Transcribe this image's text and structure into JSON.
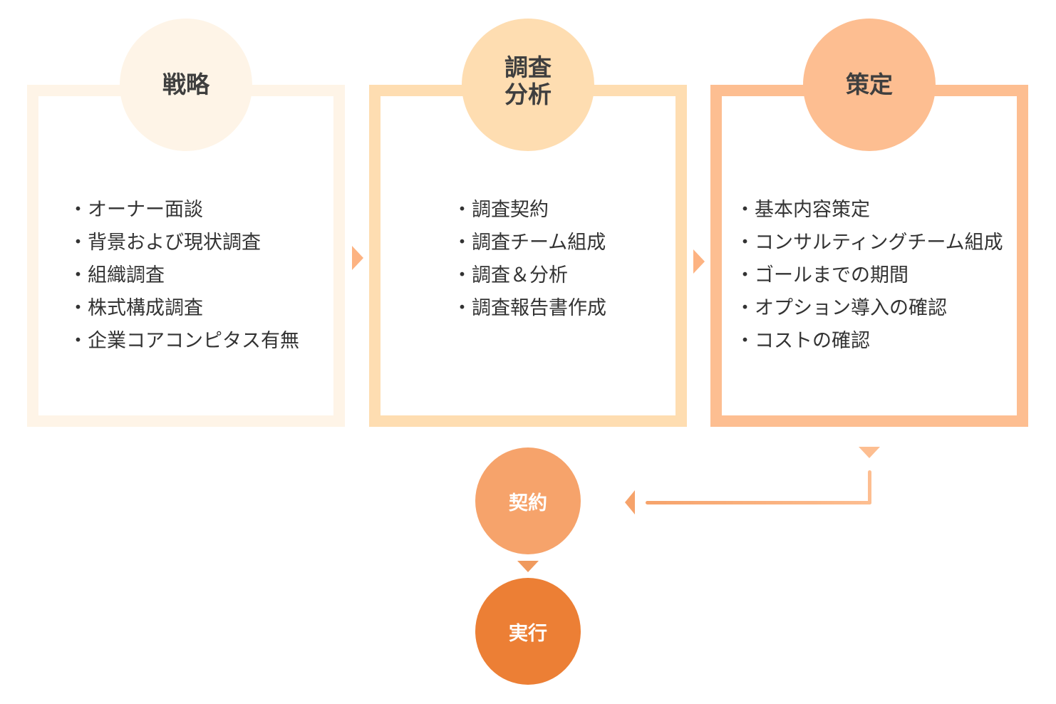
{
  "colors": {
    "stage1": "#FEF4E7",
    "stage2": "#FEDDB1",
    "stage3": "#FDBE91",
    "contract": "#F6A36B",
    "execute": "#EC7F35",
    "text": "#3c3c3c"
  },
  "stages": [
    {
      "title": "戦略",
      "items": [
        "オーナー面談",
        "背景および現状調査",
        "組織調査",
        "株式構成調査",
        "企業コアコンピタス有無"
      ]
    },
    {
      "title_line1": "調査",
      "title_line2": "分析",
      "items": [
        "調査契約",
        "調査チーム組成",
        "調査＆分析",
        "調査報告書作成"
      ]
    },
    {
      "title": "策定",
      "items": [
        "基本内容策定",
        "コンサルティングチーム組成",
        "ゴールまでの期間",
        "オプション導入の確認",
        "コストの確認"
      ]
    }
  ],
  "bottom": {
    "contract": "契約",
    "execute": "実行"
  }
}
